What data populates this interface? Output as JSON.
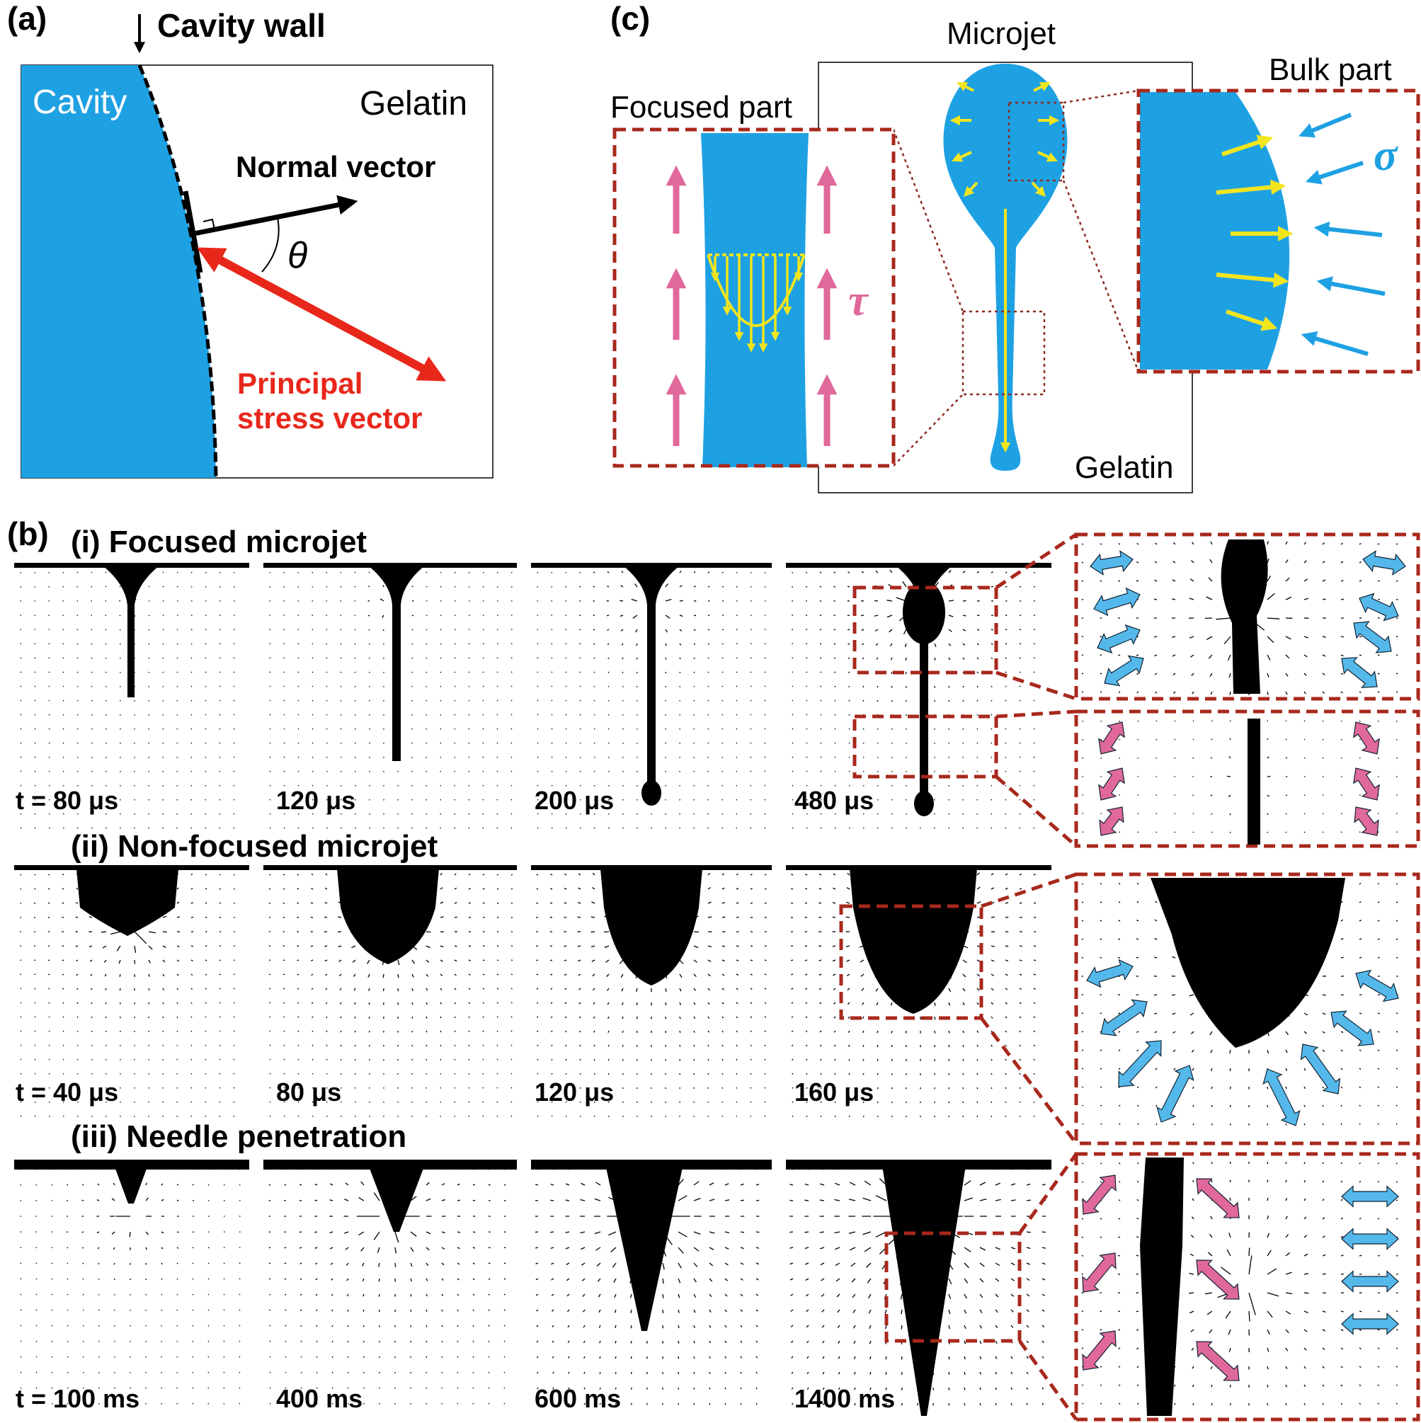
{
  "panel_a": {
    "label": "(a)",
    "cavity_wall": "Cavity wall",
    "cavity": "Cavity",
    "gelatin": "Gelatin",
    "normal_vector": "Normal vector",
    "theta": "θ",
    "principal_line1": "Principal",
    "principal_line2": "stress vector"
  },
  "panel_c": {
    "label": "(c)",
    "microjet": "Microjet",
    "focused_part": "Focused part",
    "bulk_part": "Bulk part",
    "tau": "τ",
    "sigma": "σ",
    "gelatin": "Gelatin"
  },
  "panel_b": {
    "label": "(b)",
    "rows": [
      {
        "title": "(i) Focused microjet",
        "times": [
          "t = 80 μs",
          "120 μs",
          "200 μs",
          "480 μs"
        ]
      },
      {
        "title": "(ii) Non-focused microjet",
        "times": [
          "t = 40 μs",
          "80 μs",
          "120 μs",
          "160 μs"
        ]
      },
      {
        "title": "(iii) Needle penetration",
        "times": [
          "t = 100 ms",
          "400 ms",
          "600 ms",
          "1400 ms"
        ]
      }
    ]
  },
  "colors": {
    "cavity_blue": "#1ea1e3",
    "principal_red": "#e8271b",
    "shear_pink": "#e0689a",
    "velocity_yellow": "#f2e51e",
    "box_darkred": "#a8281c",
    "stress_cyan": "#55b8ea"
  }
}
